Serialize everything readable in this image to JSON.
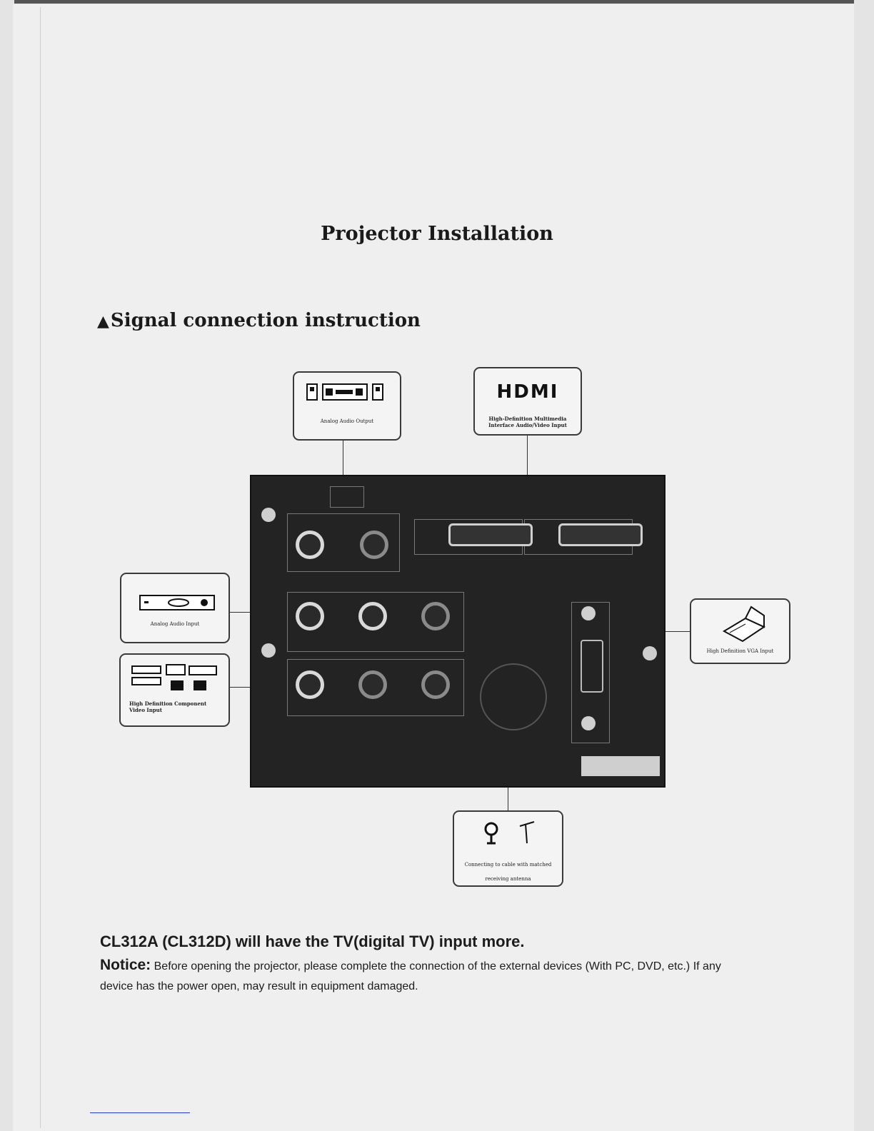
{
  "page": {
    "title": "Projector Installation",
    "section": "Signal connection instruction",
    "section_marker": "▲"
  },
  "diagram": {
    "analog_audio_output": "Analog Audio Output",
    "hdmi_logo": "HDMI",
    "hdmi_caption": "High-Definition Multimedia Interface Audio/Video Input",
    "analog_audio_input": "Analog Audio Input",
    "component_caption": "High Definition Component Video Input",
    "vga_caption": "High Definition VGA Input",
    "antenna_caption_1": "Connecting to cable with matched",
    "antenna_caption_2": "receiving antenna"
  },
  "body": {
    "tv_note": "CL312A (CL312D) will have the TV(digital TV) input more.",
    "notice_label": "Notice:",
    "notice_text": " Before opening the projector, please complete the connection of the external devices (With PC, DVD, etc.) If any device has the power open, may result in equipment damaged."
  }
}
